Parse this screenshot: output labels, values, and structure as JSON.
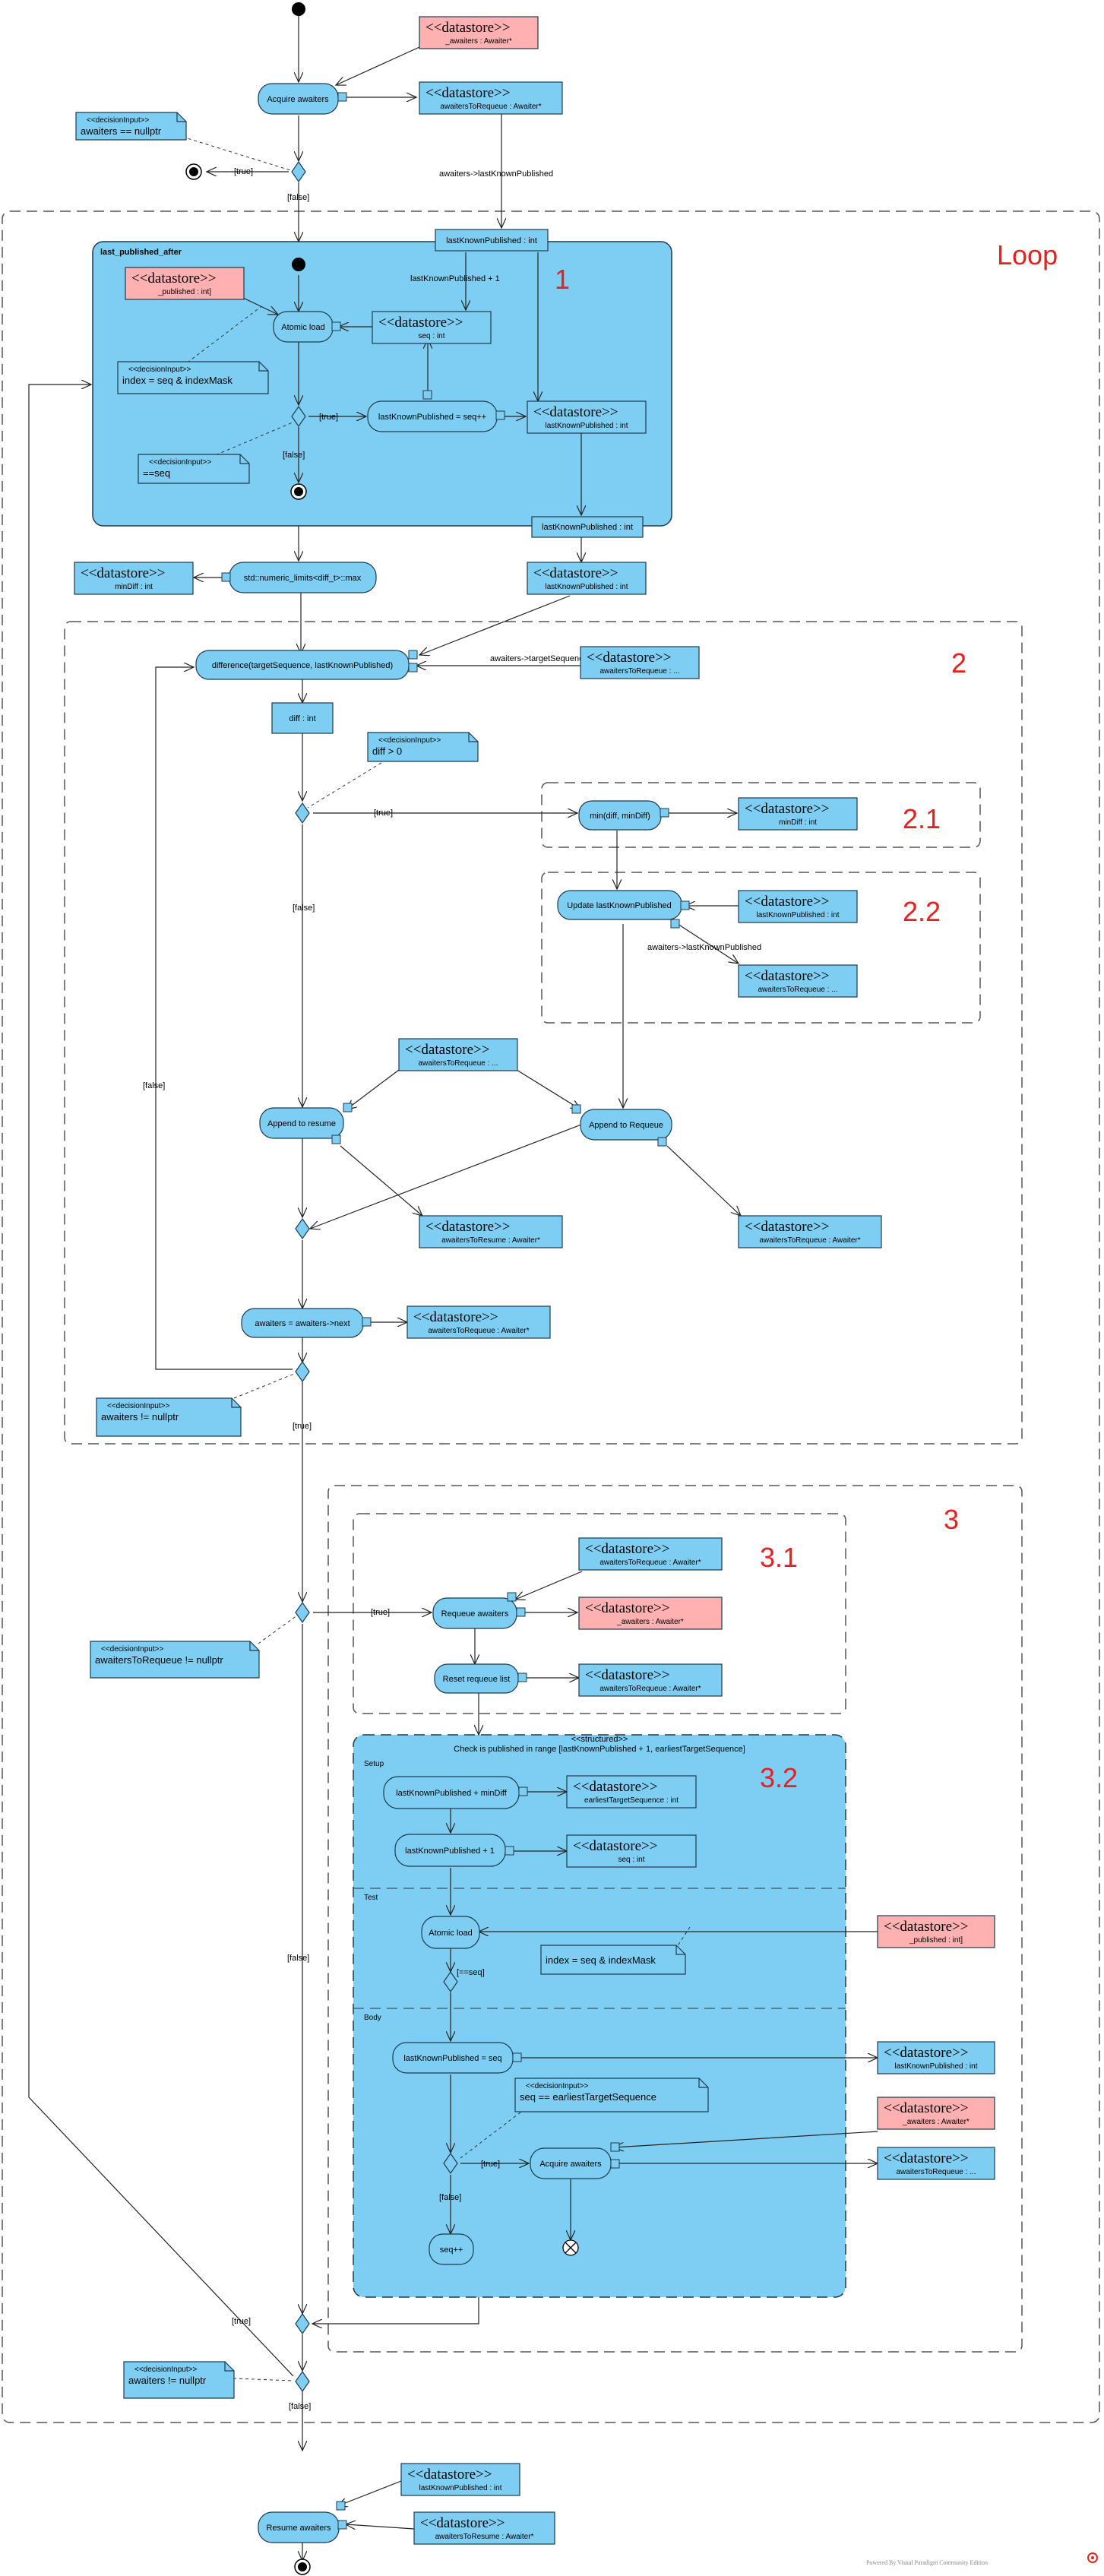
{
  "regions": {
    "loop": "Loop",
    "r1": "1",
    "r2": "2",
    "r21": "2.1",
    "r22": "2.2",
    "r3": "3",
    "r31": "3.1",
    "r32": "3.2",
    "last_published_after": "last_published_after",
    "structured_stereo": "<<structured>>",
    "structured_title": "Check is published in range [lastKnownPublished + 1, earliestTargetSequence]",
    "setup": "Setup",
    "test": "Test",
    "body": "Body"
  },
  "actions": {
    "acquire1": "Acquire awaiters",
    "atomic_load1": "Atomic load",
    "lkp_eq_seqpp": "lastKnownPublished = seq++",
    "std_min": "std::numeric_limits<diff_t>::max",
    "difference": "difference(targetSequence, lastKnownPublished)",
    "diff_int": "diff : int",
    "min_diff": "min(diff, minDiff)",
    "update_lkp": "Update lastKnownPublished",
    "append_resume": "Append to resume",
    "append_requeue": "Append to Requeue",
    "awaiters_next": "awaiters = awaiters->next",
    "requeue_awaiters": "Requeue awaiters",
    "reset_requeue": "Reset requeue list",
    "lkp_plus_min": "lastKnownPublished + minDiff",
    "lkp_plus_1": "lastKnownPublished + 1",
    "atomic_load2": "Atomic load",
    "lkp_eq_seq": "lastKnownPublished = seq",
    "acquire2": "Acquire awaiters",
    "seqpp": "seq++",
    "resume": "Resume awaiters"
  },
  "pins": {
    "lkp_int": "lastKnownPublished : int"
  },
  "datastores": {
    "stereo": "<<datastore>>",
    "ds_awaiters_top": "_awaiters : Awaiter*",
    "ds_requeue_top": "awaitersToRequeue : Awaiter*",
    "ds_published": "_published : int]",
    "ds_seq1": "seq : int",
    "ds_lkp1": "lastKnownPublished : int",
    "ds_lkp2": "lastKnownPublished : int",
    "ds_mindiff": "minDiff : int",
    "ds_requeue_trunc": "awaitersToRequeue : ...",
    "ds_mindiff21": "minDiff : int",
    "ds_lkp22": "lastKnownPublished : int",
    "ds_requeue22": "awaitersToRequeue : ...",
    "ds_requeue_mid": "awaitersToRequeue : ...",
    "ds_toresume": "awaitersToResume : Awaiter*",
    "ds_torequeue_r": "awaitersToRequeue : Awaiter*",
    "ds_torequeue_n": "awaitersToRequeue : Awaiter*",
    "ds_31_requeue": "awaitersToRequeue : Awaiter*",
    "ds_31_awaiters": "_awaiters : Awaiter*",
    "ds_31_reset": "awaitersToRequeue : Awaiter*",
    "ds_earliest": "earliestTargetSequence : int",
    "ds_seq2": "seq : int",
    "ds_published2": "_published : int]",
    "ds_lkp3": "lastKnownPublished : int",
    "ds_awaiters3": "_awaiters : Awaiter*",
    "ds_requeue3": "awaitersToRequeue : ...",
    "ds_lkp_bottom": "lastKnownPublished : int",
    "ds_resume_bottom": "awaitersToResume : Awaiter*"
  },
  "notes": {
    "stereo": "<<decisionInput>>",
    "n_awaiters_null": "awaiters == nullptr",
    "n_index1": "index = seq & indexMask",
    "n_eqseq": "==seq",
    "n_diff": "diff > 0",
    "n_awaiters_notnull": "awaiters != nullptr",
    "n_requeue_notnull": "awaitersToRequeue != nullptr",
    "n_index2": "index = seq & indexMask",
    "n_seq_earliest": "seq == earliestTargetSequence",
    "n_awaiters_notnull2": "awaiters != nullptr"
  },
  "edges": {
    "true": "[true]",
    "false": "[false]",
    "hlkp": "awaiters->lastKnownPublished",
    "lkp_plus_1": "lastKnownPublished + 1",
    "target_seq": "awaiters->targetSequence",
    "hlkp22": "awaiters->lastKnownPublished",
    "eqseq": "[==seq]"
  },
  "footer": "Powered By Visual Paradigm Community Edition",
  "colors": {
    "action_fill": "#7ecef3",
    "datastore_fill": "#7ecef3",
    "datastore_pink": "#ffb0b0",
    "note_fill": "#7ecef3",
    "region_fill": "#7ecef3",
    "stroke": "#1f3a4d",
    "number_red": "#e82020",
    "dashed": "#555555"
  },
  "icons": [
    "initial-node-icon",
    "final-node-icon",
    "flow-final-icon",
    "decision-node-icon",
    "pin-icon",
    "vp-logo-icon"
  ]
}
